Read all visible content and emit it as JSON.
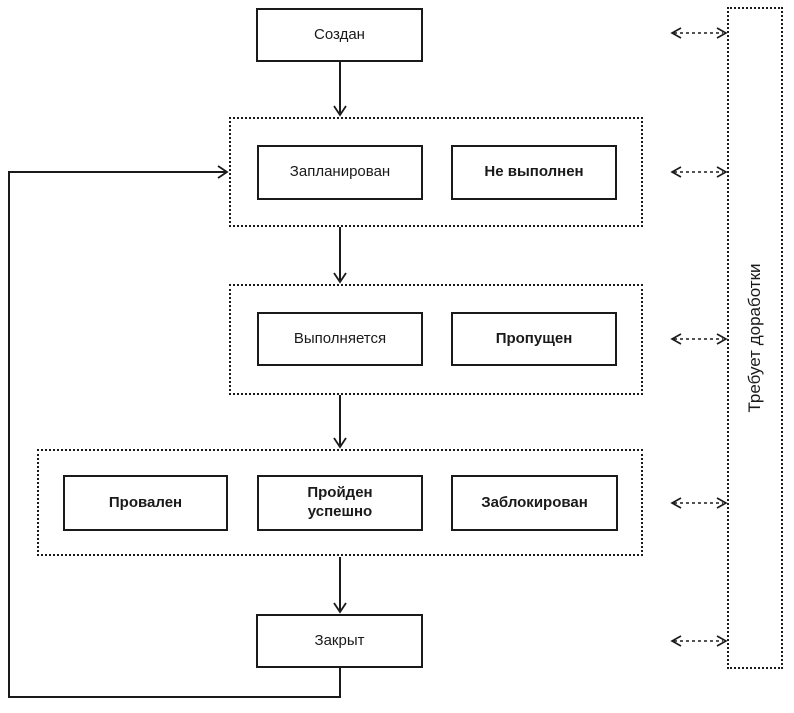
{
  "colors": {
    "line": "#1a1a1a",
    "background": "#ffffff",
    "box_fill": "#ffffff"
  },
  "nodes": {
    "created": {
      "label": "Создан"
    },
    "closed": {
      "label": "Закрыт"
    }
  },
  "groups": [
    {
      "name": "planned-stage",
      "boxes": [
        {
          "label": "Запланирован",
          "bold": false
        },
        {
          "label": "Не выполнен",
          "bold": true
        }
      ]
    },
    {
      "name": "execution-stage",
      "boxes": [
        {
          "label": "Выполняется",
          "bold": false
        },
        {
          "label": "Пропущен",
          "bold": true
        }
      ]
    },
    {
      "name": "result-stage",
      "boxes": [
        {
          "label": "Провален",
          "bold": true
        },
        {
          "label": "Пройден успешно",
          "bold": true
        },
        {
          "label": "Заблокирован",
          "bold": true
        }
      ]
    }
  ],
  "side_panel": {
    "label": "Требует доработки"
  }
}
